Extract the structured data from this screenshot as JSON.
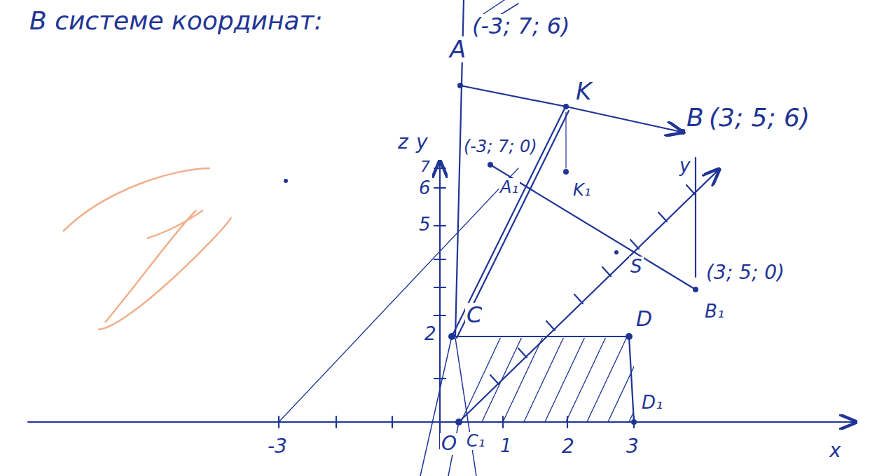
{
  "diagram": {
    "title": "В системе координат:",
    "labels": [
      "A",
      "(-3; 7; 6)",
      "K",
      "B",
      "(3; 5; 6)",
      "z",
      "y",
      "7",
      "6",
      "5",
      "2",
      "(-3; 7; 0)",
      "A₁",
      "K₁",
      "y",
      "S",
      "(3; 5; 0)",
      "B₁",
      "C",
      "D",
      "O",
      "C₁",
      "D₁",
      "-3",
      "1",
      "2",
      "3",
      "x"
    ]
  }
}
